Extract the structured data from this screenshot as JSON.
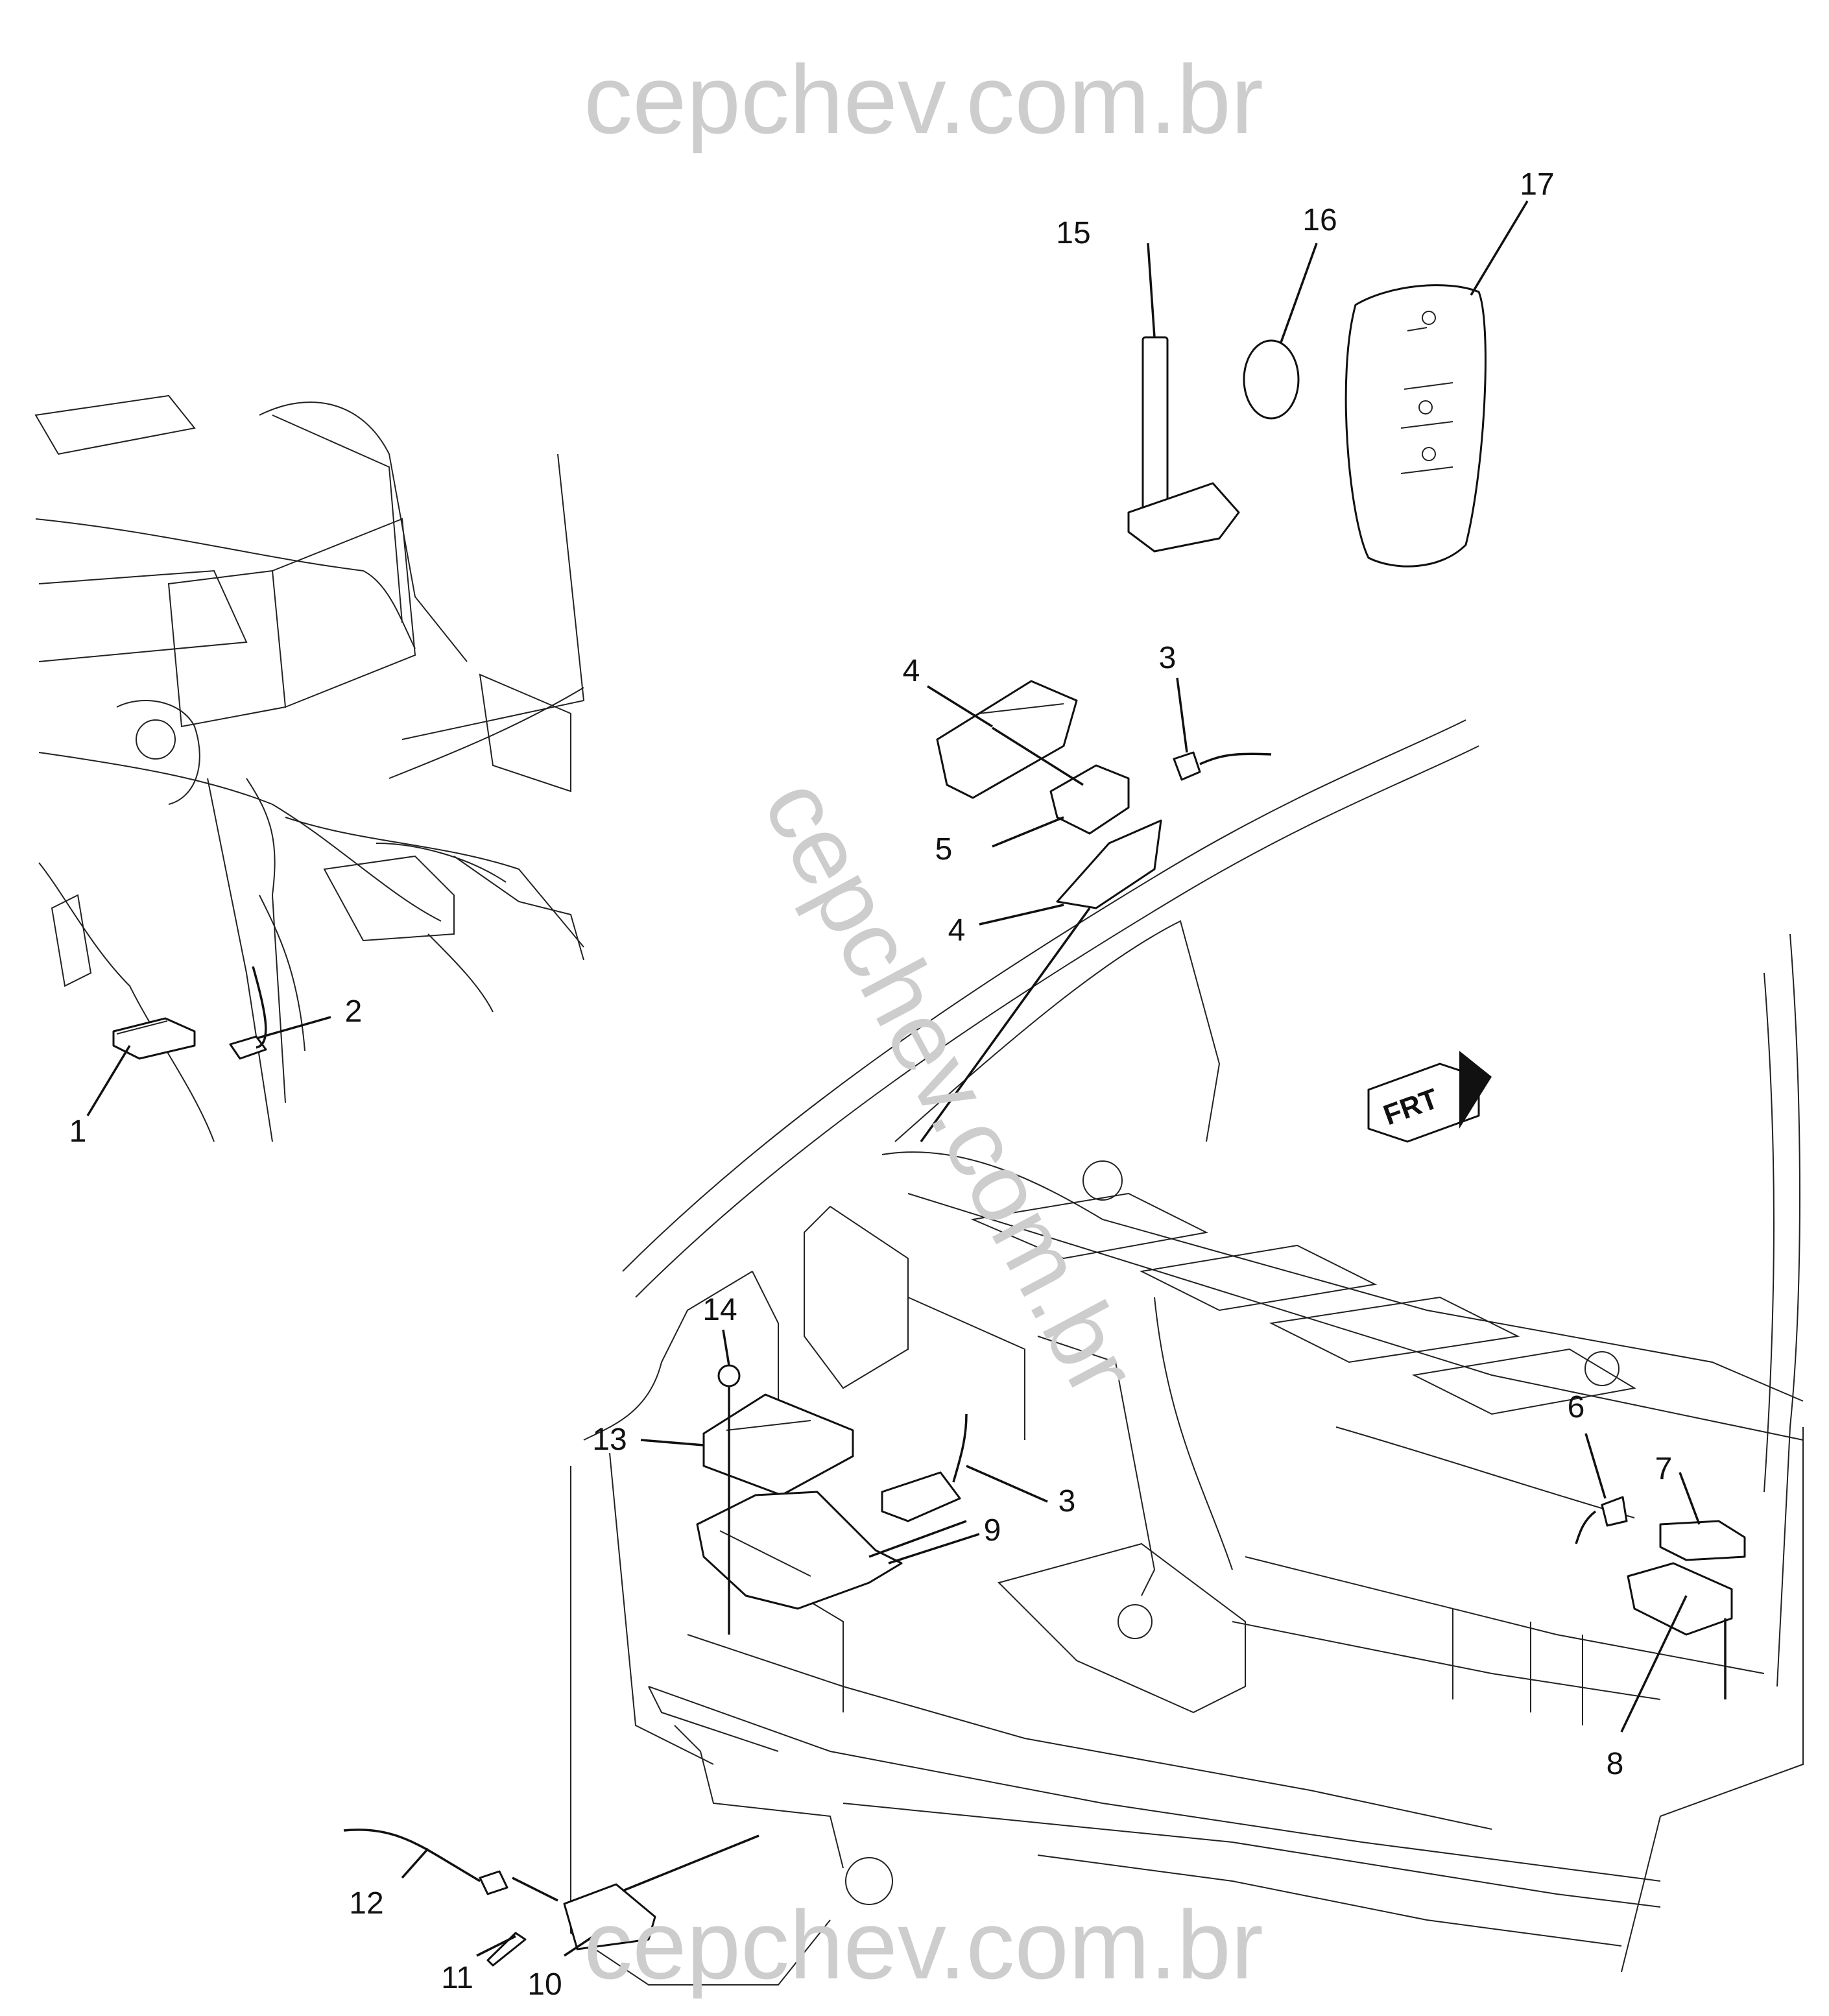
{
  "watermark": {
    "top": "cepchev.com.br",
    "diagonal": "cepchev.com.br",
    "bottom": "cepchev.com.br"
  },
  "direction_indicator": "FRT",
  "callouts": [
    "1",
    "2",
    "3",
    "3",
    "4",
    "4",
    "5",
    "6",
    "7",
    "8",
    "9",
    "10",
    "11",
    "12",
    "13",
    "14",
    "15",
    "16",
    "17"
  ]
}
